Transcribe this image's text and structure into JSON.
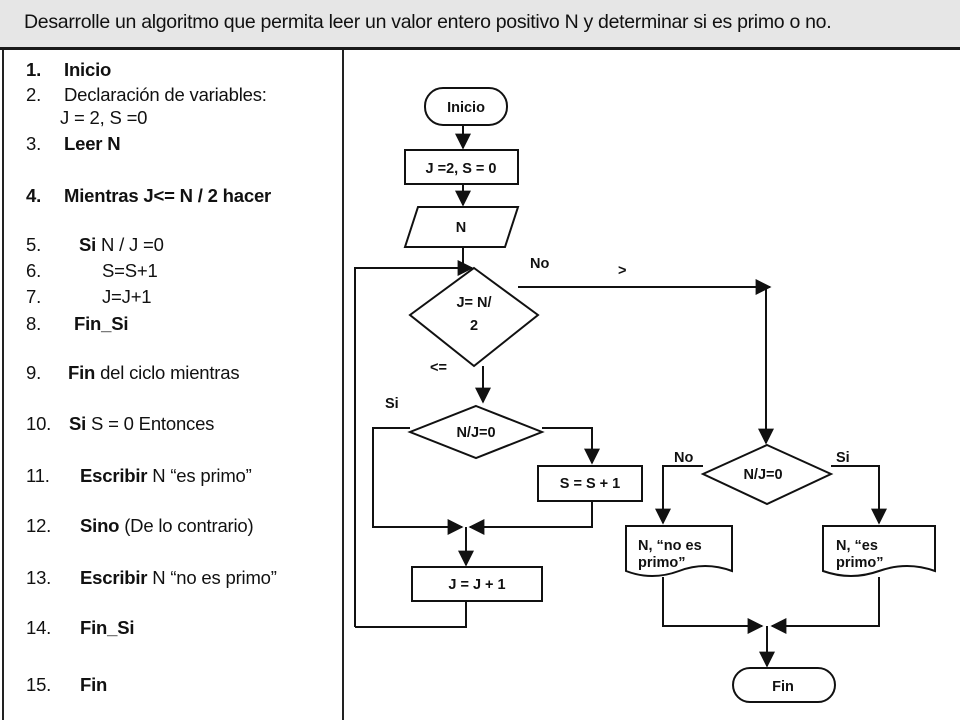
{
  "title": "Desarrolle un algoritmo que  permita leer un valor entero positivo N y determinar si es primo o no.",
  "steps": [
    {
      "num": "1.",
      "bold": "Inicio",
      "rest": ""
    },
    {
      "num": "2.",
      "bold": "",
      "rest": "Declaración de variables:",
      "cont": "J = 2, S =0"
    },
    {
      "num": "3.",
      "bold": "Leer N",
      "rest": ""
    },
    {
      "num": "4.",
      "bold": "Mientras",
      "rest": " J<= N / 2  hacer"
    },
    {
      "num": "5.",
      "bold": "Si",
      "rest": " N / J =0"
    },
    {
      "num": "6.",
      "bold": "",
      "rest": "S=S+1"
    },
    {
      "num": "7.",
      "bold": "",
      "rest": "J=J+1"
    },
    {
      "num": "8.",
      "bold": "Fin_Si",
      "rest": ""
    },
    {
      "num": "9.",
      "bold": "Fin",
      "rest": " del ciclo mientras"
    },
    {
      "num": "10.",
      "bold": "Si",
      "rest": " S = 0  Entonces"
    },
    {
      "num": "11.",
      "bold": "Escribir",
      "rest": " N  “es primo”"
    },
    {
      "num": "12.",
      "bold": "Sino",
      "rest": " (De lo contrario)"
    },
    {
      "num": "13.",
      "bold": "Escribir",
      "rest": " N  “no es primo”"
    },
    {
      "num": "14.",
      "bold": "Fin_Si",
      "rest": ""
    },
    {
      "num": "15.",
      "bold": "Fin",
      "rest": ""
    }
  ],
  "flowchart": {
    "start": "Inicio",
    "init": "J =2, S = 0",
    "input": "N",
    "loop_line1": "J= N/",
    "loop_line2": "2",
    "mod_check_left": "N/J=0",
    "mod_check_right": "N/J=0",
    "sum": "S = S + 1",
    "increment": "J = J + 1",
    "out_not_prime_line1": "N, “no es",
    "out_not_prime_line2": "primo”",
    "out_prime_line1": "N, “es",
    "out_prime_line2": "primo”",
    "end": "Fin",
    "label_no_top": "No",
    "label_gt": ">",
    "label_le": "<=",
    "label_si_left": "Si",
    "label_no_right": "No",
    "label_si_right": "Si"
  }
}
